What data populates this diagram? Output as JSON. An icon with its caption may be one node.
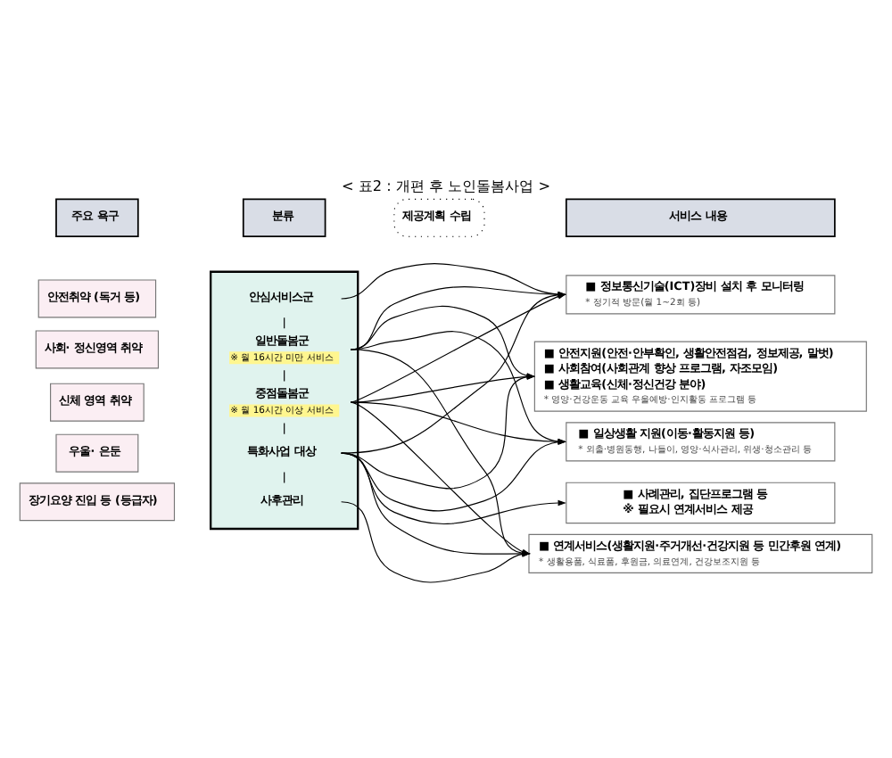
{
  "diagram": {
    "title": "< 표2 : 개편 후 노인돌봄사업 >",
    "nodes": [
      {
        "text": [
          "주요 욕구"
        ]
      },
      {
        "text": [
          "분류"
        ]
      },
      {
        "text": [
          "제공계획 수립"
        ]
      },
      {
        "text": [
          "서비스 내용"
        ]
      },
      {
        "text": [
          "안전취약 (독거 등)"
        ]
      },
      {
        "text": [
          "사회· 정신영역 취약"
        ]
      },
      {
        "text": [
          "신체 영역 취약"
        ]
      },
      {
        "text": [
          "우울· 은둔"
        ]
      },
      {
        "text": [
          "장기요양 진입 등 (등급자)"
        ]
      },
      {
        "text": [],
        "shape": "box"
      },
      {
        "text": [
          "안심서비스군"
        ],
        "in": 9
      },
      {
        "text": [
          "일반돌봄군",
          "※ 월 16시간 미만 서비스"
        ],
        "in": 9
      },
      {
        "text": [
          "중점돌봄군",
          "※ 월 16시간 이상 서비스"
        ],
        "in": 9
      },
      {
        "text": [
          "특화사업 대상"
        ],
        "in": 9
      },
      {
        "text": [
          "사후관리"
        ],
        "in": 9
      },
      {
        "text": [
          "■ 정보통신기술(ICT)장비 설치 후 모니터링",
          "* 정기적 방문(월 1~2회 등)"
        ]
      },
      {
        "text": [
          "■ 안전지원(안전·안부확인, 생활안전점검, 정보제공, 말벗)",
          "■ 사회참여(사회관계 향상 프로그램, 자조모임)",
          "■ 생활교육(신체·정신건강 분야)",
          "* 영양·건강운동 교육 우울예방·인지활동 프로그램 등"
        ]
      },
      {
        "text": [
          "■ 일상생활 지원(이동·활동지원 등)",
          "* 외출·병원동행, 나들이, 영양·식사관리, 위생·청소관리 등"
        ]
      },
      {
        "text": [
          "■ 사례관리, 집단프로그램 등",
          "※ 필요시 연계서비스 제공"
        ]
      },
      {
        "text": [
          "■ 연계서비스(생활지원·주거개선·건강지원 등 민간후원 연계)",
          "* 생활용품, 식료품, 후원금, 의료연계, 건강보조지원 등"
        ]
      }
    ],
    "edges": [
      {
        "from": 10,
        "to": 11,
        "arrow": "none"
      },
      {
        "from": 11,
        "to": 12,
        "arrow": "none"
      },
      {
        "from": 12,
        "to": 13,
        "arrow": "none"
      },
      {
        "from": 13,
        "to": 14,
        "arrow": "none"
      },
      {
        "from": 10,
        "to": 15,
        "arrow": "to"
      },
      {
        "from": 11,
        "to": 15,
        "arrow": "to"
      },
      {
        "from": 11,
        "to": 16,
        "arrow": "to"
      },
      {
        "from": 11,
        "to": 17,
        "arrow": "to"
      },
      {
        "from": 11,
        "to": 19,
        "arrow": "to"
      },
      {
        "from": 12,
        "to": 15,
        "arrow": "to"
      },
      {
        "from": 12,
        "to": 16,
        "arrow": "to"
      },
      {
        "from": 12,
        "to": 17,
        "arrow": "to"
      },
      {
        "from": 12,
        "to": 19,
        "arrow": "to"
      },
      {
        "from": 13,
        "to": 15,
        "arrow": "to"
      },
      {
        "from": 13,
        "to": 16,
        "arrow": "to"
      },
      {
        "from": 13,
        "to": 17,
        "arrow": "to"
      },
      {
        "from": 13,
        "to": 18,
        "arrow": "to"
      },
      {
        "from": 13,
        "to": 19,
        "arrow": "to"
      },
      {
        "from": 14,
        "to": 19,
        "arrow": "to"
      }
    ]
  }
}
